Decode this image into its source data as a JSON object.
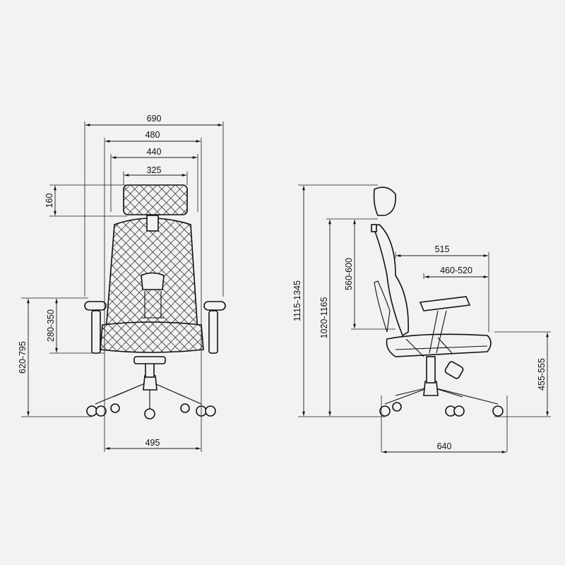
{
  "front_view": {
    "total_width": "690",
    "backrest_width": "480",
    "seat_width": "440",
    "headrest_width": "325",
    "headrest_height": "160",
    "armrest_height": "620-795",
    "armrest_above_seat": "280-350",
    "base_width": "495"
  },
  "side_view": {
    "total_height": "1115-1345",
    "backrest_height": "1020-1165",
    "backrest_above_seat": "560-600",
    "seat_depth": "515",
    "seat_depth_range": "460-520",
    "seat_height": "455-555",
    "base_depth": "640"
  },
  "colors": {
    "line": "#111111",
    "background": "#f2f2f2"
  }
}
